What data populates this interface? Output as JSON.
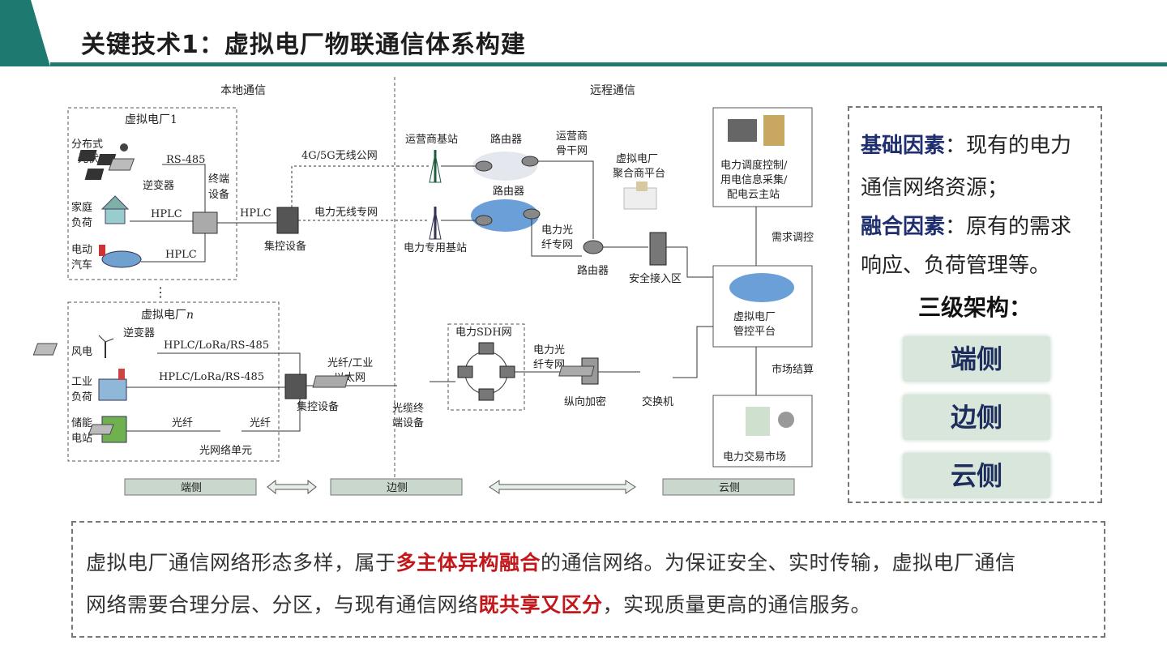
{
  "title": "关键技术1：虚拟电厂物联通信体系构建",
  "diagram": {
    "local_comm": "本地通信",
    "remote_comm": "远程通信",
    "vpp1": "虚拟电厂1",
    "vppn_prefix": "虚拟电厂",
    "vppn_n": "n",
    "pv_line1": "分布式",
    "pv_line2": "光伏",
    "rs485": "RS-485",
    "inverter": "逆变器",
    "terminal_line1": "终端",
    "terminal_line2": "设备",
    "home_line1": "家庭",
    "home_line2": "负荷",
    "hplc": "HPLC",
    "ev_line1": "电动",
    "ev_line2": "汽车",
    "concentrator": "集控设备",
    "wireless_public": "4G/5G无线公网",
    "wireless_private": "电力无线专网",
    "operator_bs": "运营商基站",
    "router": "路由器",
    "operator_backbone_1": "运营商",
    "operator_backbone_2": "骨干网",
    "aggregator_1": "虚拟电厂",
    "aggregator_2": "聚合商平台",
    "power_bs": "电力专用基站",
    "fiber_private_1": "电力光",
    "fiber_private_2": "纤专网",
    "security_zone": "安全接入区",
    "dispatch_1": "电力调度控制/",
    "dispatch_2": "用电信息采集/",
    "dispatch_3": "配电云主站",
    "demand_control": "需求调控",
    "vpp_platform_1": "虚拟电厂",
    "vpp_platform_2": "管控平台",
    "market_settle": "市场结算",
    "trading_market": "电力交易市场",
    "wind": "风电",
    "hplc_lora": "HPLC/LoRa/RS-485",
    "industry_1": "工业",
    "industry_2": "负荷",
    "storage_1": "储能",
    "storage_2": "电站",
    "fiber": "光纤",
    "onu": "光网络单元",
    "fiber_ethernet_1": "光纤/工业",
    "fiber_ethernet_2": "以太网",
    "olt_1": "光缆终",
    "olt_2": "端设备",
    "sdh": "电力SDH网",
    "vertical_encrypt": "纵向加密",
    "switch": "交换机",
    "dots": "⋮",
    "tier_end": "端侧",
    "tier_edge": "边侧",
    "tier_cloud": "云侧"
  },
  "sidebar": {
    "basic_label": "基础因素",
    "basic_text_1": "：现有的电力",
    "basic_text_2": "通信网络资源；",
    "fusion_label": "融合因素",
    "fusion_text_1": "：原有的需求",
    "fusion_text_2": "响应、负荷管理等。",
    "arch_title": "三级架构：",
    "tiers": [
      "端侧",
      "边侧",
      "云侧"
    ]
  },
  "summary": {
    "l1_a": "虚拟电厂通信网络形态多样，属于",
    "l1_b": "多主体异构融合",
    "l1_c": "的通信网络。为保证安全、实时传输，虚拟电厂通信",
    "l2_a": "网络需要合理分层、分区，与现有通信网络",
    "l2_b": "既共享又区分",
    "l2_c": "，实现质量更高的通信服务。"
  },
  "colors": {
    "accent": "#1e7a70",
    "highlight": "#c0181b",
    "tier_bg": "#d8e6dc",
    "tier_text": "#1d2d5c"
  }
}
